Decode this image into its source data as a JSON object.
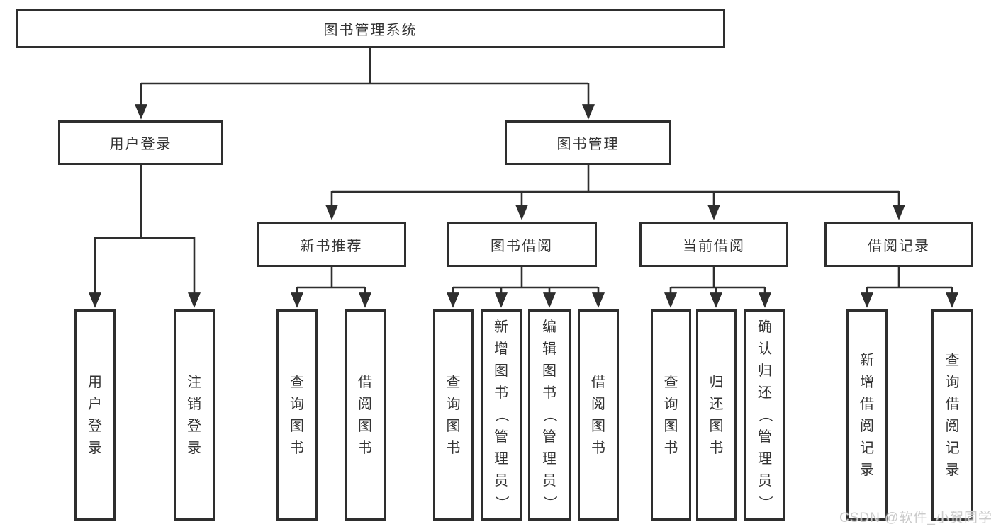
{
  "tree": {
    "label": "图书管理系统",
    "children": [
      {
        "label": "用户登录",
        "children": [
          {
            "label": "用户登录"
          },
          {
            "label": "注销登录"
          }
        ]
      },
      {
        "label": "图书管理",
        "children": [
          {
            "label": "新书推荐",
            "children": [
              {
                "label": "查询图书"
              },
              {
                "label": "借阅图书"
              }
            ]
          },
          {
            "label": "图书借阅",
            "children": [
              {
                "label": "查询图书"
              },
              {
                "label": "新增图书（管理员）"
              },
              {
                "label": "编辑图书（管理员）"
              },
              {
                "label": "借阅图书"
              }
            ]
          },
          {
            "label": "当前借阅",
            "children": [
              {
                "label": "查询图书"
              },
              {
                "label": "归还图书"
              },
              {
                "label": "确认归还（管理员）"
              }
            ]
          },
          {
            "label": "借阅记录",
            "children": [
              {
                "label": "新增借阅记录"
              },
              {
                "label": "查询借阅记录"
              }
            ]
          }
        ]
      }
    ]
  },
  "watermark": {
    "text": "CSDN @软件_小贺同学"
  },
  "colors": {
    "line": "#2e2e2e",
    "text": "#333333",
    "background": "#ffffff",
    "watermark": "#cbcbcb"
  }
}
